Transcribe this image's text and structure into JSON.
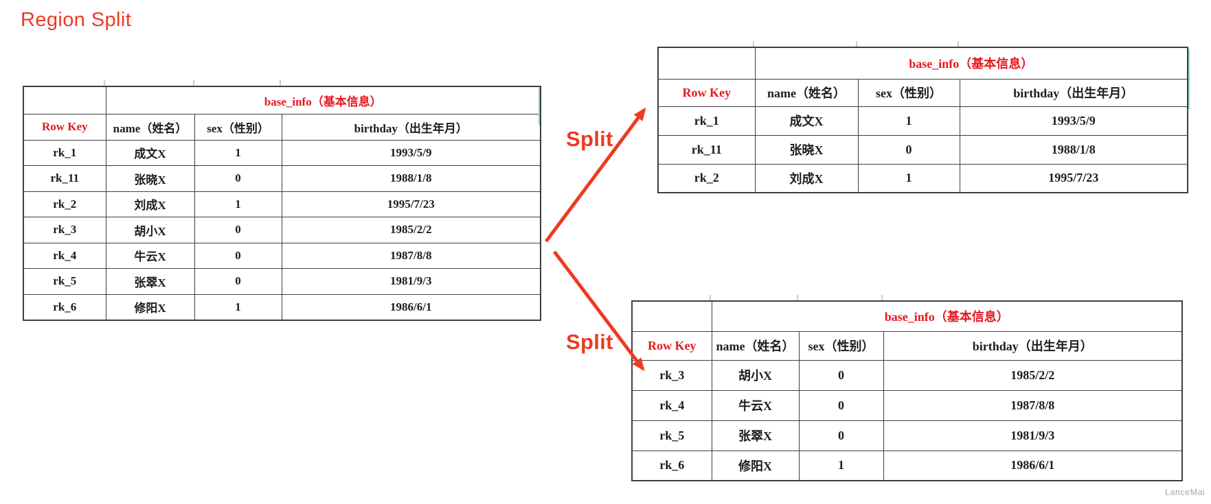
{
  "title": "Region Split",
  "watermark": "LanceMai",
  "arrow_labels": {
    "top": "Split",
    "bottom": "Split"
  },
  "columns": {
    "family": "base_info（基本信息）",
    "row_key": "Row Key",
    "name": "name（姓名）",
    "sex": "sex（性别）",
    "birthday": "birthday（出生年月）"
  },
  "source_region": {
    "rows": [
      {
        "key": "rk_1",
        "name": "成文X",
        "sex": "1",
        "birthday": "1993/5/9"
      },
      {
        "key": "rk_11",
        "name": "张晓X",
        "sex": "0",
        "birthday": "1988/1/8"
      },
      {
        "key": "rk_2",
        "name": "刘成X",
        "sex": "1",
        "birthday": "1995/7/23"
      },
      {
        "key": "rk_3",
        "name": "胡小X",
        "sex": "0",
        "birthday": "1985/2/2"
      },
      {
        "key": "rk_4",
        "name": "牛云X",
        "sex": "0",
        "birthday": "1987/8/8"
      },
      {
        "key": "rk_5",
        "name": "张翠X",
        "sex": "0",
        "birthday": "1981/9/3"
      },
      {
        "key": "rk_6",
        "name": "修阳X",
        "sex": "1",
        "birthday": "1986/6/1"
      }
    ]
  },
  "region_one": {
    "rows": [
      {
        "key": "rk_1",
        "name": "成文X",
        "sex": "1",
        "birthday": "1993/5/9"
      },
      {
        "key": "rk_11",
        "name": "张晓X",
        "sex": "0",
        "birthday": "1988/1/8"
      },
      {
        "key": "rk_2",
        "name": "刘成X",
        "sex": "1",
        "birthday": "1995/7/23"
      }
    ]
  },
  "region_two": {
    "rows": [
      {
        "key": "rk_3",
        "name": "胡小X",
        "sex": "0",
        "birthday": "1985/2/2"
      },
      {
        "key": "rk_4",
        "name": "牛云X",
        "sex": "0",
        "birthday": "1987/8/8"
      },
      {
        "key": "rk_5",
        "name": "张翠X",
        "sex": "0",
        "birthday": "1981/9/3"
      },
      {
        "key": "rk_6",
        "name": "修阳X",
        "sex": "1",
        "birthday": "1986/6/1"
      }
    ]
  },
  "colors": {
    "accent_red": "#ee3a21",
    "table_red": "#e8161d",
    "table_border": "#3d3d3d",
    "teal_artifact": "#8ad8c5",
    "watermark_gray": "#a8a8a8"
  }
}
